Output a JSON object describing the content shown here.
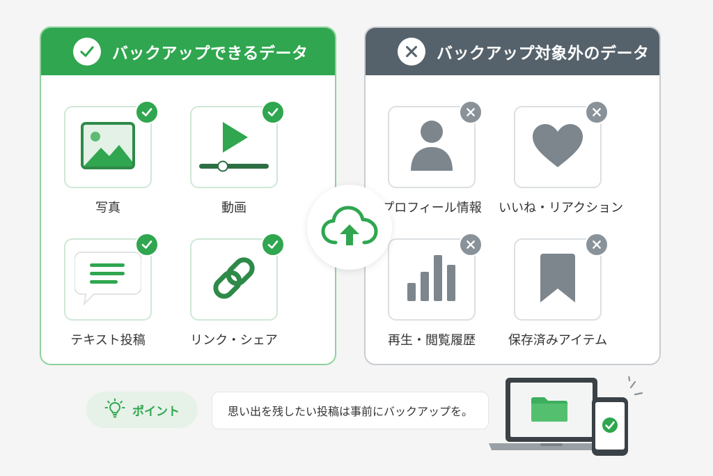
{
  "backup_panel": {
    "title": "バックアップできるデータ",
    "items": [
      {
        "label": "写真",
        "icon": "photo-icon"
      },
      {
        "label": "動画",
        "icon": "video-icon"
      },
      {
        "label": "テキスト投稿",
        "icon": "text-post-icon"
      },
      {
        "label": "リンク・シェア",
        "icon": "link-icon"
      }
    ]
  },
  "excluded_panel": {
    "title": "バックアップ対象外のデータ",
    "items": [
      {
        "label": "プロフィール情報",
        "icon": "profile-icon"
      },
      {
        "label": "いいね・リアクション",
        "icon": "heart-icon"
      },
      {
        "label": "再生・閲覧履歴",
        "icon": "bar-chart-icon"
      },
      {
        "label": "保存済みアイテム",
        "icon": "bookmark-icon"
      }
    ]
  },
  "point": {
    "label": "ポイント",
    "text": "思い出を残したい投稿は事前にバックアップを。"
  },
  "colors": {
    "green": "#2fa64f",
    "slate": "#56626b",
    "gray_icon": "#7d868d"
  }
}
